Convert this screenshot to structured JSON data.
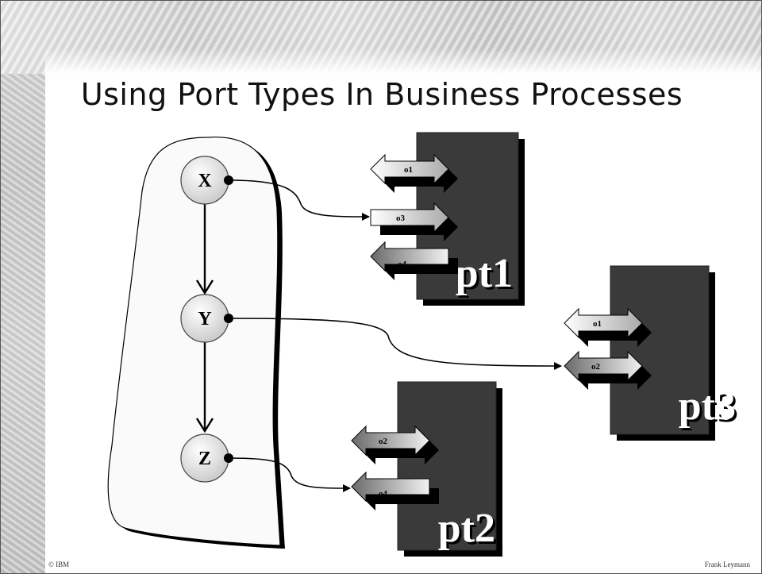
{
  "title": "Using Port Types In Business Processes",
  "footer": {
    "left": "© IBM",
    "right": "Frank Leymann"
  },
  "process": {
    "nodes": [
      "X",
      "Y",
      "Z"
    ]
  },
  "port_types": [
    {
      "name": "pt1",
      "operations": [
        "o1",
        "o3",
        "o4"
      ]
    },
    {
      "name": "pt3",
      "operations": [
        "o1",
        "o2"
      ]
    },
    {
      "name": "pt2",
      "operations": [
        "o2",
        "o4"
      ]
    }
  ],
  "colors": {
    "box": "#3a3a3a",
    "node_fill": "#d9d9d9",
    "process_fill": "#fafafa"
  }
}
